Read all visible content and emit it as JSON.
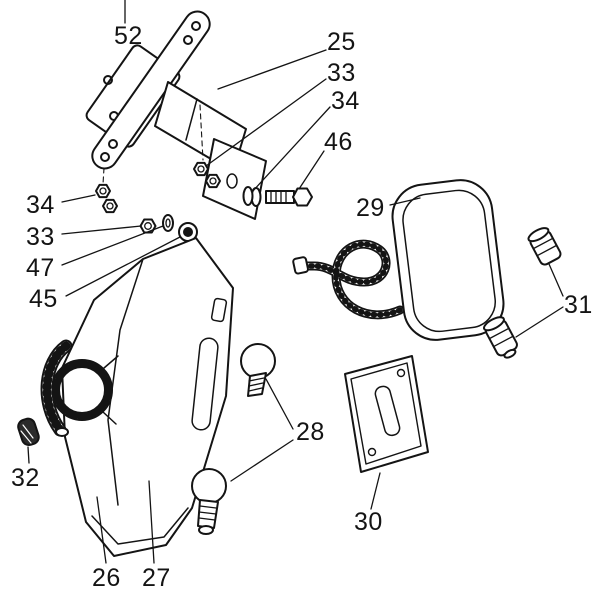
{
  "figure": {
    "kind": "exploded-parts-diagram",
    "background_color": "#ffffff",
    "ink_color": "#141414"
  },
  "labels": [
    {
      "id": "part-52",
      "text": "52"
    },
    {
      "id": "part-25",
      "text": "25"
    },
    {
      "id": "part-33-upper-right",
      "text": "33"
    },
    {
      "id": "part-34-upper-right",
      "text": "34"
    },
    {
      "id": "part-46",
      "text": "46"
    },
    {
      "id": "part-34-left",
      "text": "34"
    },
    {
      "id": "part-33-left",
      "text": "33"
    },
    {
      "id": "part-47",
      "text": "47"
    },
    {
      "id": "part-45",
      "text": "45"
    },
    {
      "id": "part-29",
      "text": "29"
    },
    {
      "id": "part-31",
      "text": "31"
    },
    {
      "id": "part-32",
      "text": "32"
    },
    {
      "id": "part-28",
      "text": "28"
    },
    {
      "id": "part-30",
      "text": "30"
    },
    {
      "id": "part-26",
      "text": "26"
    },
    {
      "id": "part-27",
      "text": "27"
    }
  ]
}
